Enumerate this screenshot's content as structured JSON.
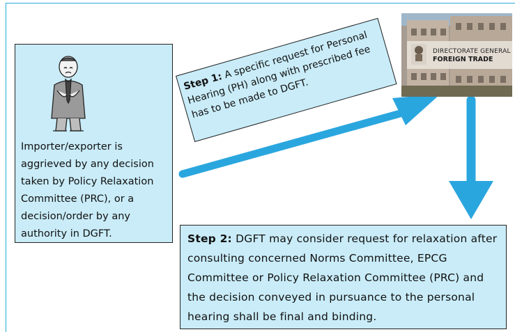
{
  "importer_box": {
    "text": "Importer/exporter is aggrieved by any decision taken by Policy Relaxation Committee (PRC), or a decision/order by any authority in DGFT."
  },
  "step1": {
    "label": "Step 1:",
    "text": " A specific request for Personal Hearing (PH) along with prescribed fee has to be made to DGFT."
  },
  "step2": {
    "label": "Step 2:",
    "text": " DGFT may consider request for relaxation after consulting concerned Norms Committee, EPCG Committee or Policy Relaxation Committee (PRC) and the decision conveyed in pursuance to the personal hearing shall be final and binding."
  },
  "photo": {
    "line1": "DIRECTORATE GENERAL OF",
    "line2": "FOREIGN TRADE"
  },
  "colors": {
    "box_fill": "#c9ecf8",
    "arrow": "#2aa6df",
    "frame": "#29a9d6"
  }
}
